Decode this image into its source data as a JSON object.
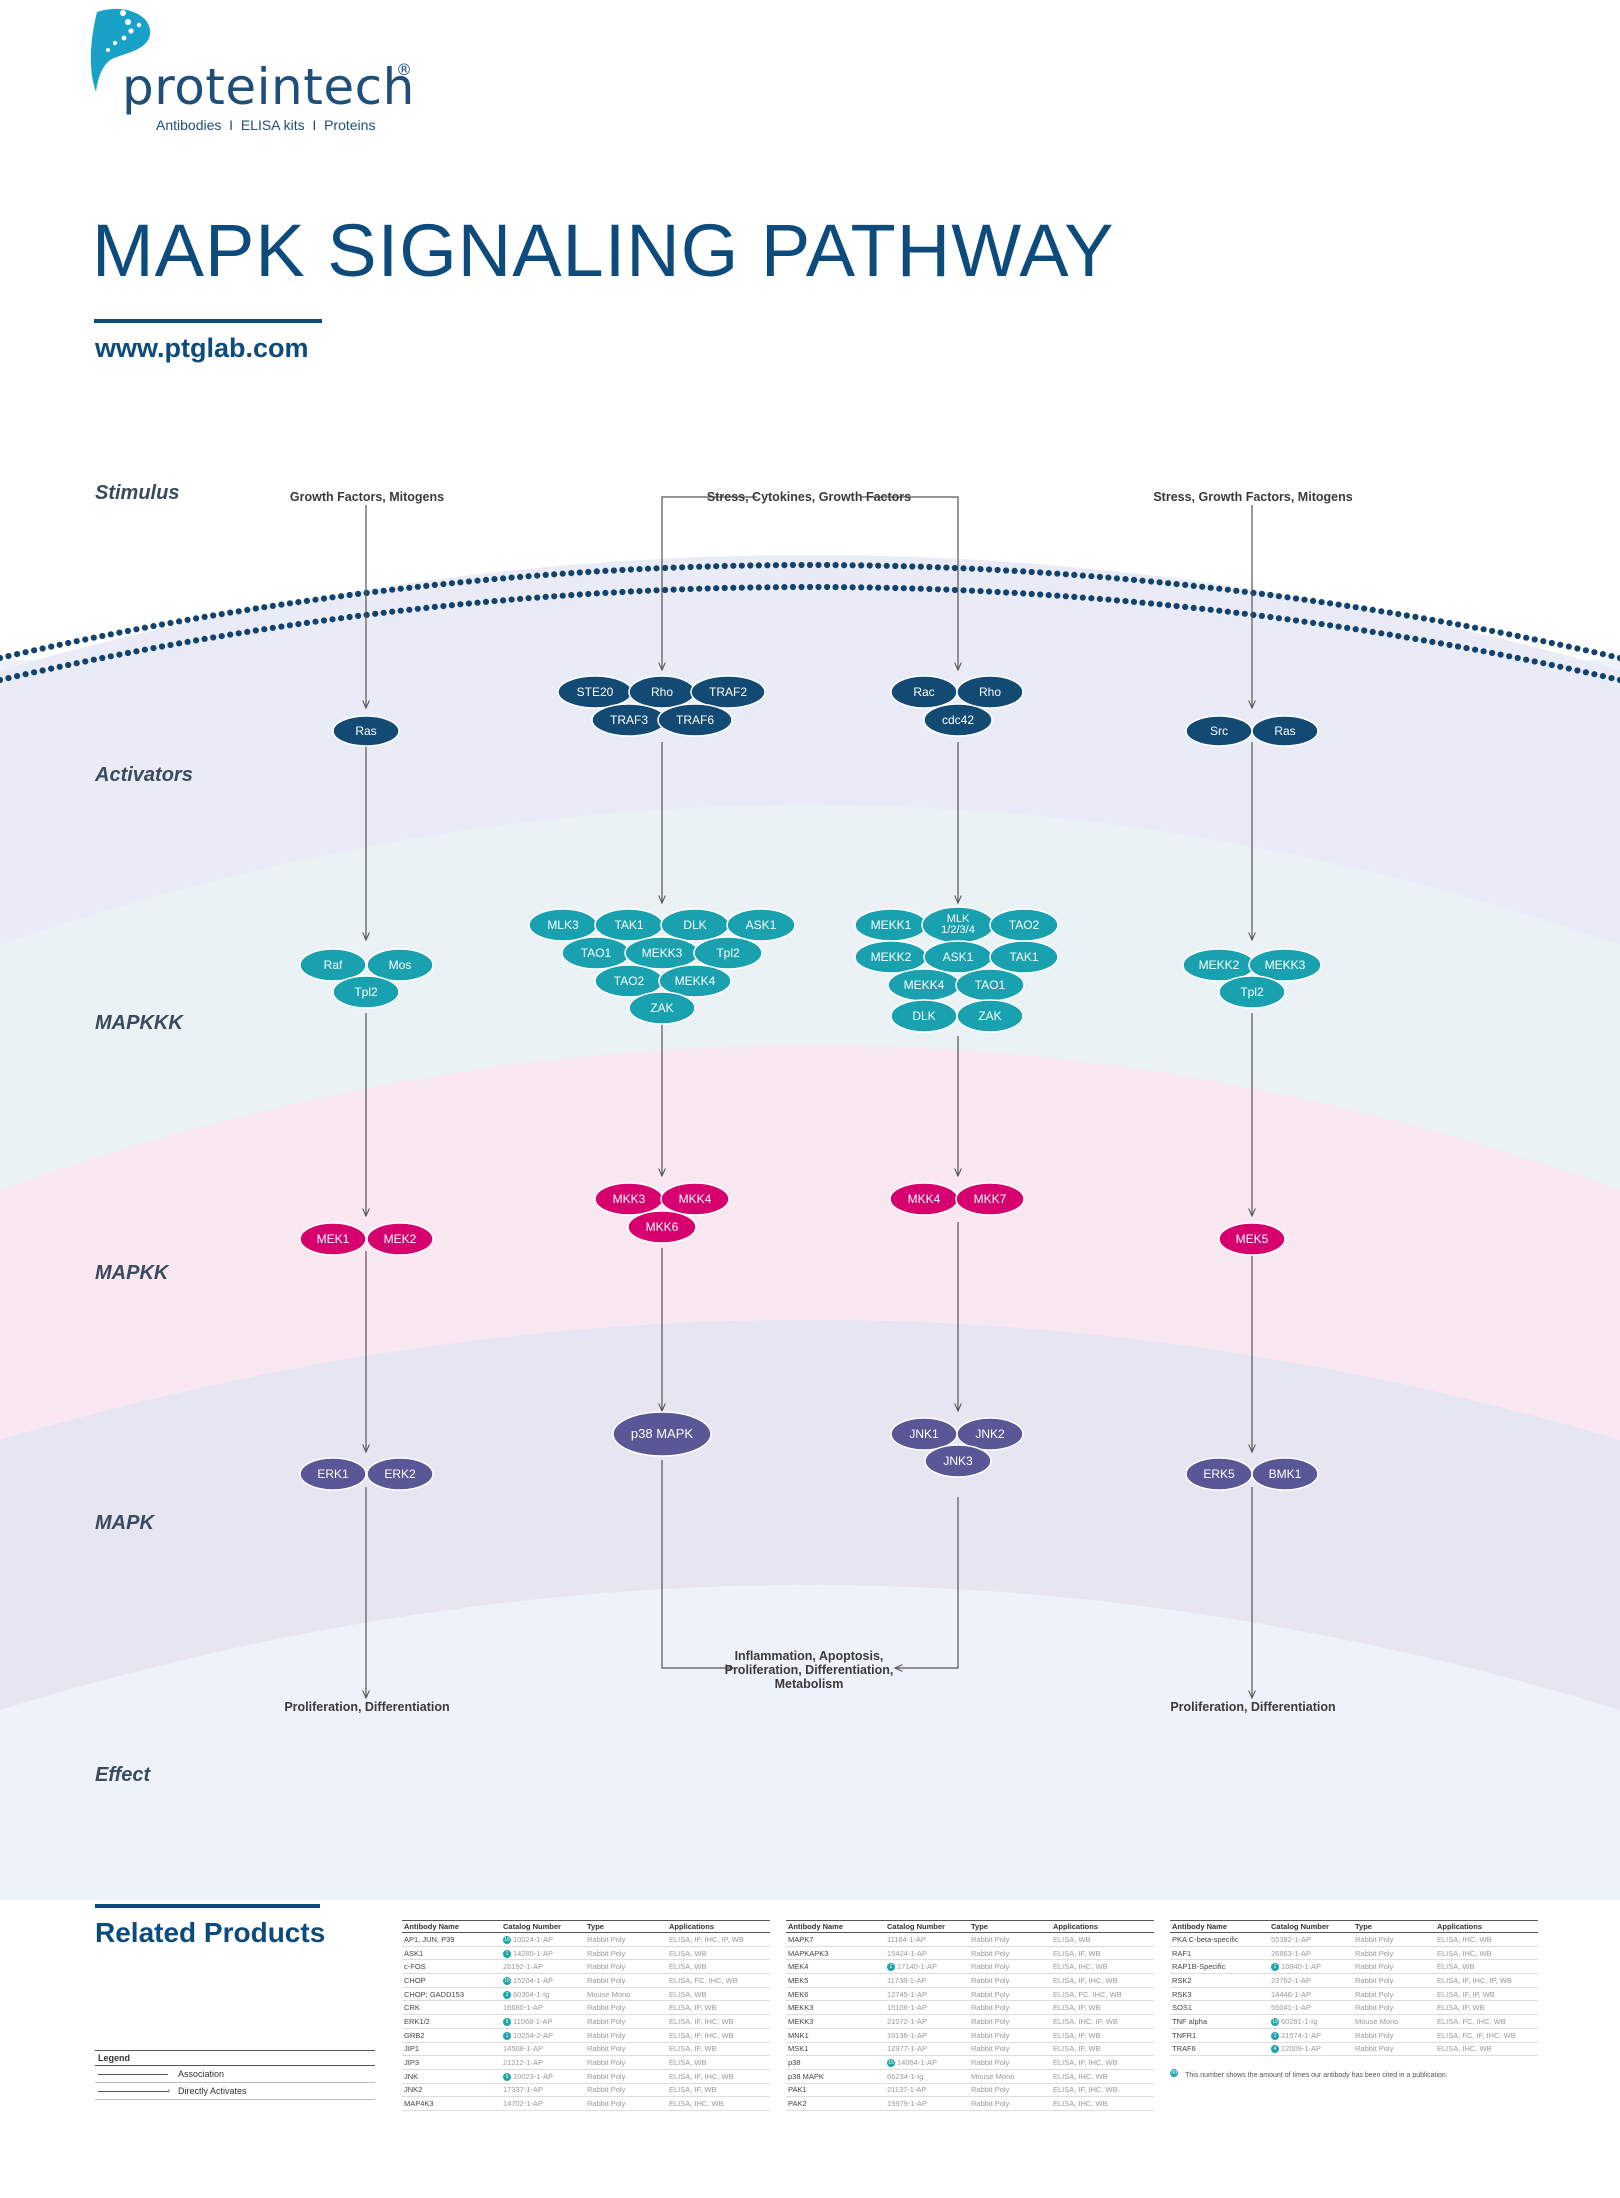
{
  "header": {
    "brand": "proteintech",
    "registered": "®",
    "tagline": "Antibodies  I  ELISA kits  I  Proteins",
    "title": "MAPK SIGNALING PATHWAY",
    "website": "www.ptglab.com"
  },
  "colors": {
    "navy": "#0e4b7d",
    "membrane": "#12426d",
    "activator": "#124a73",
    "mapkkk": "#1aa1af",
    "mapkk": "#d6006f",
    "mapk": "#5a5796",
    "band_activators": "#e9ecf6",
    "band_mapkkk": "#eaf2f5",
    "band_mapkk": "#f9e8f2",
    "band_mapk": "#e6e5f2",
    "band_effect": "#eef2fa"
  },
  "stages": [
    "Stimulus",
    "Activators",
    "MAPKKK",
    "MAPKK",
    "MAPK",
    "Effect"
  ],
  "stimuli": [
    "Growth Factors, Mitogens",
    "Stress, Cytokines, Growth Factors",
    "Stress, Growth Factors, Mitogens"
  ],
  "effects": [
    "Proliferation, Differentiation",
    "Inflammation, Apoptosis,",
    "Proliferation, Differentiation,",
    "Metabolism",
    "Proliferation, Differentiation"
  ],
  "nodes": {
    "ras1": "Ras",
    "ste20": "STE20",
    "rho1": "Rho",
    "traf2": "TRAF2",
    "traf3": "TRAF3",
    "traf6": "TRAF6",
    "rac": "Rac",
    "rho2": "Rho",
    "cdc42": "cdc42",
    "src": "Src",
    "ras2": "Ras",
    "raf": "Raf",
    "mos": "Mos",
    "tpl2a": "Tpl2",
    "mlk3": "MLK3",
    "tak1a": "TAK1",
    "dlka": "DLK",
    "ask1a": "ASK1",
    "tao1a": "TAO1",
    "mekk3a": "MEKK3",
    "tpl2b": "Tpl2",
    "tao2a": "TAO2",
    "mekk4a": "MEKK4",
    "zaka": "ZAK",
    "mekk1": "MEKK1",
    "mlk1": "MLK",
    "mlk2": "1/2/3/4",
    "tao2b": "TAO2",
    "mekk2a": "MEKK2",
    "ask1b": "ASK1",
    "tak1b": "TAK1",
    "mekk4b": "MEKK4",
    "tao1b": "TAO1",
    "dlkb": "DLK",
    "zakb": "ZAK",
    "mekk2b": "MEKK2",
    "mekk3b": "MEKK3",
    "tpl2c": "Tpl2",
    "mek1": "MEK1",
    "mek2": "MEK2",
    "mkk3": "MKK3",
    "mkk4a": "MKK4",
    "mkk6": "MKK6",
    "mkk4b": "MKK4",
    "mkk7": "MKK7",
    "mek5": "MEK5",
    "erk1": "ERK1",
    "erk2": "ERK2",
    "p38": "p38 MAPK",
    "jnk1": "JNK1",
    "jnk2": "JNK2",
    "jnk3": "JNK3",
    "erk5": "ERK5",
    "bmk1": "BMK1"
  },
  "related": {
    "title": "Related Products",
    "legend_title": "Legend",
    "legend_items": [
      "Association",
      "Directly Activates"
    ],
    "headers": [
      "Antibody Name",
      "Catalog Number",
      "Type",
      "Applications"
    ],
    "cite_note": "This number shows the amount of times our antibody has been cited in a publication.",
    "tables": [
      [
        [
          "AP1, JUN, P39",
          "10024-1-AP",
          "Rabbit Poly",
          "ELISA, IF, IHC, IP, WB",
          "18"
        ],
        [
          "ASK1",
          "14285-1-AP",
          "Rabbit Poly",
          "ELISA, WB",
          "1"
        ],
        [
          "c-FOS",
          "26192-1-AP",
          "Rabbit Poly",
          "ELISA, WB",
          ""
        ],
        [
          "CHOP",
          "15204-1-AP",
          "Rabbit Poly",
          "ELISA, FC, IHC, WB",
          "15"
        ],
        [
          "CHOP; GADD153",
          "60304-1-Ig",
          "Mouse Mono",
          "ELISA, WB",
          "2"
        ],
        [
          "CRK",
          "16680-1-AP",
          "Rabbit Poly",
          "ELISA, IF, WB",
          ""
        ],
        [
          "ERK1/2",
          "11068-1-AP",
          "Rabbit Poly",
          "ELISA, IF, IHC, WB",
          "9"
        ],
        [
          "GRB2",
          "10254-2-AP",
          "Rabbit Poly",
          "ELISA, IF, IHC, WB",
          "1"
        ],
        [
          "JIP1",
          "14508-1-AP",
          "Rabbit Poly",
          "ELISA, IF, WB",
          ""
        ],
        [
          "JIP3",
          "21212-1-AP",
          "Rabbit Poly",
          "ELISA, WB",
          ""
        ],
        [
          "JNK",
          "10023-1-AP",
          "Rabbit Poly",
          "ELISA, IF, IHC, WB",
          "6"
        ],
        [
          "JNK2",
          "17337-1-AP",
          "Rabbit Poly",
          "ELISA, IF, WB",
          ""
        ],
        [
          "MAP4K3",
          "14702-1-AP",
          "Rabbit Poly",
          "ELISA, IHC, WB",
          ""
        ]
      ],
      [
        [
          "MAPK7",
          "11164-1-AP",
          "Rabbit Poly",
          "ELISA, WB",
          ""
        ],
        [
          "MAPKAPK3",
          "15424-1-AP",
          "Rabbit Poly",
          "ELISA, IF, WB",
          ""
        ],
        [
          "MEK4",
          "17140-1-AP",
          "Rabbit Poly",
          "ELISA, IHC, WB",
          "2"
        ],
        [
          "MEK5",
          "11738-1-AP",
          "Rabbit Poly",
          "ELISA, IF, IHC, WB",
          ""
        ],
        [
          "MEK6",
          "12745-1-AP",
          "Rabbit Poly",
          "ELISA, FC, IHC, WB",
          ""
        ],
        [
          "MEKK3",
          "15106-1-AP",
          "Rabbit Poly",
          "ELISA, IF, WB",
          ""
        ],
        [
          "MEKK3",
          "21072-1-AP",
          "Rabbit Poly",
          "ELISA, IHC, IP, WB",
          ""
        ],
        [
          "MNK1",
          "10136-1-AP",
          "Rabbit Poly",
          "ELISA, IF, WB",
          ""
        ],
        [
          "MSK1",
          "12977-1-AP",
          "Rabbit Poly",
          "ELISA, IF, WB",
          ""
        ],
        [
          "p38",
          "14064-1-AP",
          "Rabbit Poly",
          "ELISA, IF, IHC, WB",
          "15"
        ],
        [
          "p38 MAPK",
          "66234-1-Ig",
          "Mouse Mono",
          "ELISA, IHC, WB",
          ""
        ],
        [
          "PAK1",
          "21137-1-AP",
          "Rabbit Poly",
          "ELISA, IF, IHC, WB",
          ""
        ],
        [
          "PAK2",
          "19979-1-AP",
          "Rabbit Poly",
          "ELISA, IHC, WB",
          ""
        ]
      ],
      [
        [
          "PKA C-beta-specific",
          "55382-1-AP",
          "Rabbit Poly",
          "ELISA, IHC, WB",
          ""
        ],
        [
          "RAF1",
          "26863-1-AP",
          "Rabbit Poly",
          "ELISA, IHC, WB",
          ""
        ],
        [
          "RAP1B-Specific",
          "10840-1-AP",
          "Rabbit Poly",
          "ELISA, WB",
          "2"
        ],
        [
          "RSK2",
          "23762-1-AP",
          "Rabbit Poly",
          "ELISA, IF, IHC, IP, WB",
          ""
        ],
        [
          "RSK3",
          "14446-1-AP",
          "Rabbit Poly",
          "ELISA, IF, IP, WB",
          ""
        ],
        [
          "SOS1",
          "55041-1-AP",
          "Rabbit Poly",
          "ELISA, IF, WB",
          ""
        ],
        [
          "TNF alpha",
          "60291-1-Ig",
          "Mouse Mono",
          "ELISA, FC, IHC, WB",
          "19"
        ],
        [
          "TNFR1",
          "21574-1-AP",
          "Rabbit Poly",
          "ELISA, FC, IF, IHC, WB",
          "2"
        ],
        [
          "TRAF6",
          "12009-1-AP",
          "Rabbit Poly",
          "ELISA, IHC, WB",
          "4"
        ]
      ]
    ]
  }
}
